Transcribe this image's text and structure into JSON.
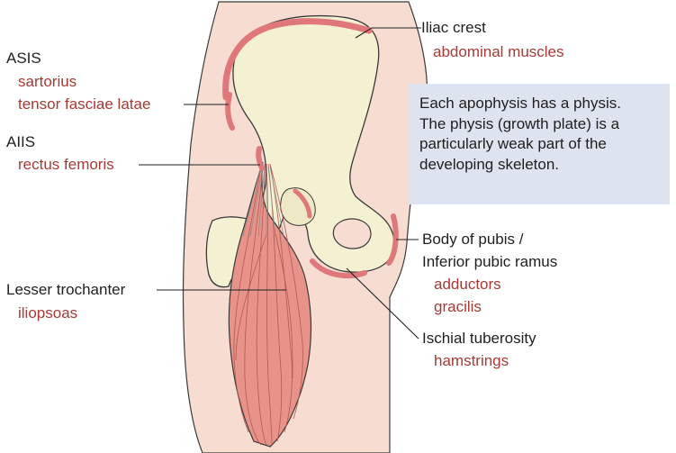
{
  "labels": {
    "iliac_crest": {
      "title": "Iliac crest",
      "muscle": "abdominal muscles"
    },
    "asis": {
      "title": "ASIS",
      "muscles": [
        "sartorius",
        "tensor fasciae latae"
      ]
    },
    "aiis": {
      "title": "AIIS",
      "muscle": "rectus femoris"
    },
    "lesser_trochanter": {
      "title": "Lesser trochanter",
      "muscle": "iliopsoas"
    },
    "pubis": {
      "title_line1": "Body of pubis /",
      "title_line2": "Inferior pubic ramus",
      "muscles": [
        "adductors",
        "gracilis"
      ]
    },
    "ischial_tuberosity": {
      "title": "Ischial tuberosity",
      "muscle": "hamstrings"
    }
  },
  "info_box": {
    "text": "Each apophysis has a physis.\nThe physis (growth plate) is a\nparticularly weak part of the\ndeveloping skeleton."
  },
  "colors": {
    "skin": "#f7dcd2",
    "bone": "#f4f0d2",
    "apophysis": "#e0777a",
    "muscle": "#e7938a",
    "label_accent": "#a53a36",
    "info_box": "#dde3ef"
  }
}
